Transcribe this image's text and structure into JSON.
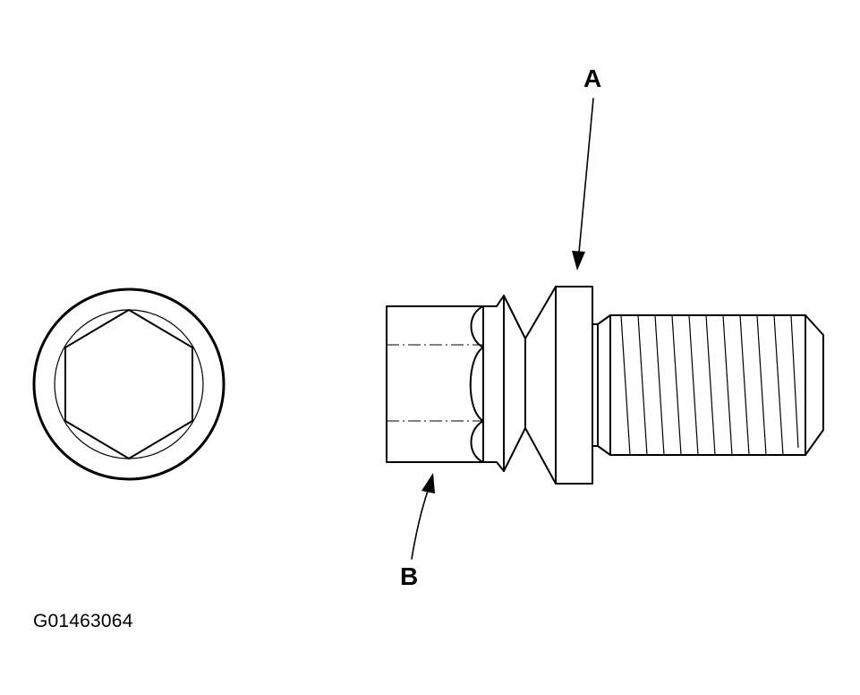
{
  "labels": {
    "a": "A",
    "b": "B"
  },
  "figure_id": "G01463064",
  "colors": {
    "line": "#000000",
    "background": "#ffffff"
  }
}
